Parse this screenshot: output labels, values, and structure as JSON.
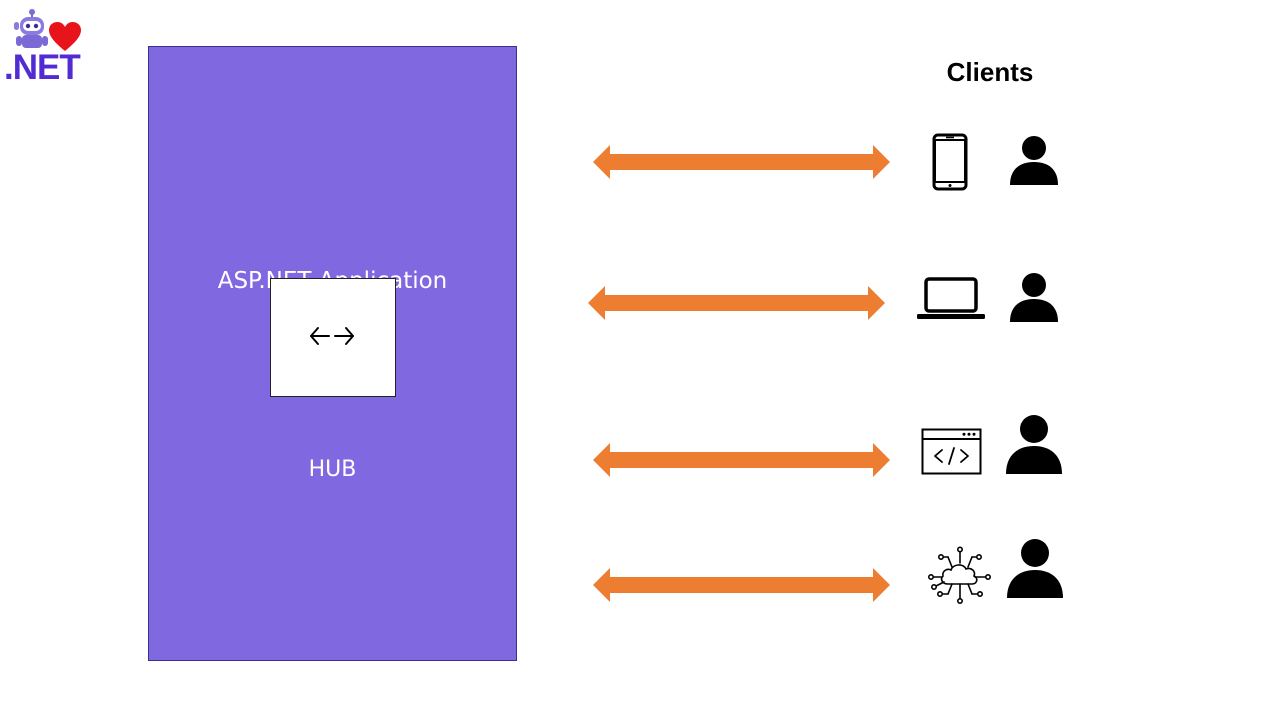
{
  "logo": {
    "text": ".NET",
    "text_color": "#512BD4",
    "bot_color": "#7b6ad6",
    "heart_color": "#e8141b"
  },
  "app": {
    "title": "ASP.NET Application",
    "hub_label": "HUB",
    "fill_color": "#8068e0",
    "hub_icon": "bidirectional-arrows-icon"
  },
  "clients": {
    "title": "Clients",
    "arrow_color": "#ed7d31",
    "items": [
      {
        "device_icon": "mobile-phone-icon",
        "user_icon": "person-icon"
      },
      {
        "device_icon": "laptop-icon",
        "user_icon": "person-icon"
      },
      {
        "device_icon": "code-window-icon",
        "user_icon": "person-icon"
      },
      {
        "device_icon": "cloud-network-icon",
        "user_icon": "person-icon"
      }
    ]
  }
}
